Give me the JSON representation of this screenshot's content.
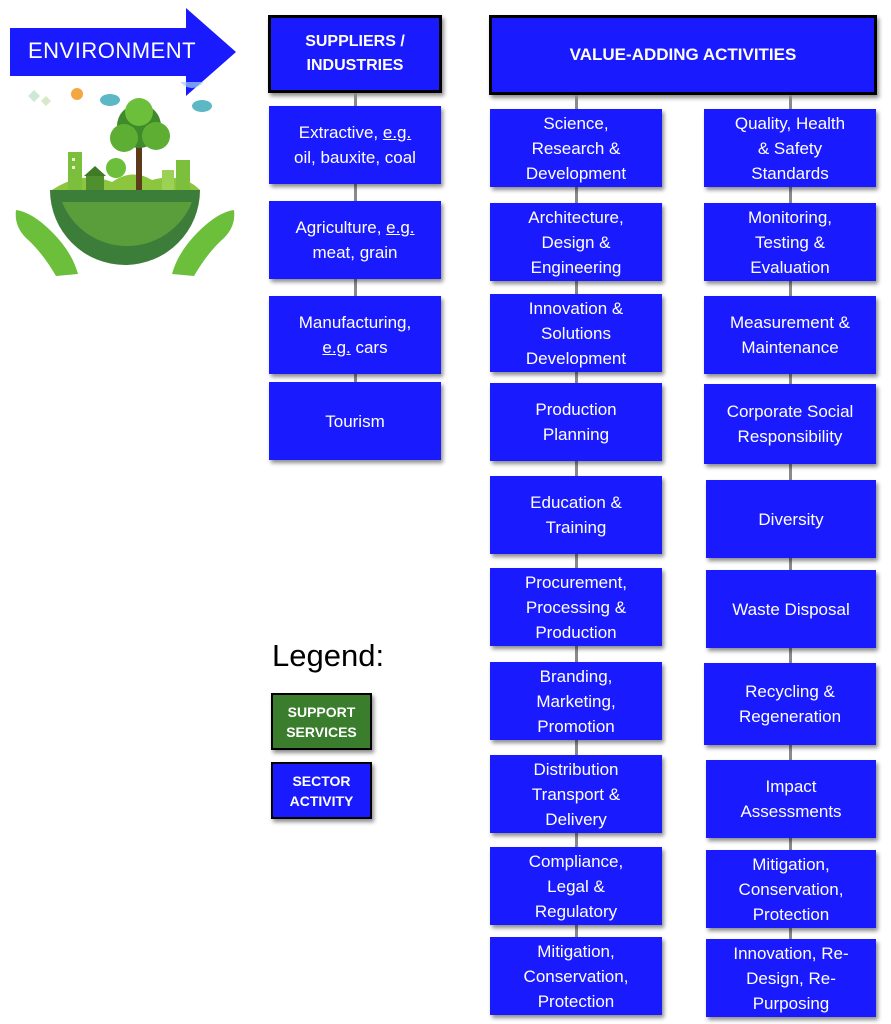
{
  "environment": {
    "label": "ENVIRONMENT"
  },
  "suppliers": {
    "header": "SUPPLIERS /\nINDUSTRIES",
    "items": [
      {
        "prefix": "Extractive, ",
        "eg": "e.g.",
        "suffix": "\noil, bauxite, coal"
      },
      {
        "prefix": "Agriculture, ",
        "eg": "e.g.",
        "suffix": "\nmeat, grain"
      },
      {
        "prefix": "Manufacturing,\n",
        "eg": "e.g.",
        "suffix": " cars"
      },
      {
        "prefix": "Tourism",
        "eg": "",
        "suffix": ""
      }
    ]
  },
  "value_adding": {
    "header": "VALUE-ADDING ACTIVITIES",
    "left": [
      "Science,\nResearch &\nDevelopment",
      "Architecture,\nDesign &\nEngineering",
      "Innovation &\nSolutions\nDevelopment",
      "Production\nPlanning",
      "Education &\nTraining",
      "Procurement,\nProcessing &\nProduction",
      "Branding,\nMarketing,\nPromotion",
      "Distribution\nTransport &\nDelivery",
      "Compliance,\nLegal &\nRegulatory",
      "Mitigation,\nConservation,\nProtection"
    ],
    "right": [
      "Quality, Health\n& Safety\nStandards",
      "Monitoring,\nTesting &\nEvaluation",
      "Measurement &\nMaintenance",
      "Corporate Social\nResponsibility",
      "Diversity",
      "Waste Disposal",
      "Recycling &\nRegeneration",
      "Impact\nAssessments",
      "Mitigation,\nConservation,\nProtection",
      "Innovation, Re-\nDesign, Re-\nPurposing"
    ]
  },
  "legend": {
    "title": "Legend:",
    "support": "SUPPORT\nSERVICES",
    "sector": "SECTOR\nACTIVITY"
  },
  "colors": {
    "sector_blue": "#1a1aff",
    "support_green": "#3a7d2c",
    "connector_gray": "#8a8a8a"
  }
}
